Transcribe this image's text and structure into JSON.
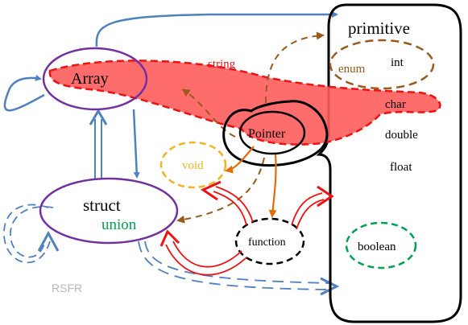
{
  "nodes": {
    "primitive": "primitive",
    "array": "Array",
    "string": "string",
    "enum": "enum",
    "int": "int",
    "char": "char",
    "double": "double",
    "float": "float",
    "pointer": "Pointer",
    "void": "void",
    "struct": "struct",
    "union": "union",
    "function": "function",
    "boolean": "boolean",
    "rsfr": "RSFR"
  },
  "colors": {
    "black": "#000000",
    "purple": "#7030a0",
    "blue": "#4f81bd",
    "brown": "#985a1c",
    "red": "#ee1111",
    "string_fill": "#ff5c5c",
    "orange": "#e36c09",
    "yellow": "#f0b41e",
    "green": "#00a050",
    "gray": "#b8b8b8"
  }
}
